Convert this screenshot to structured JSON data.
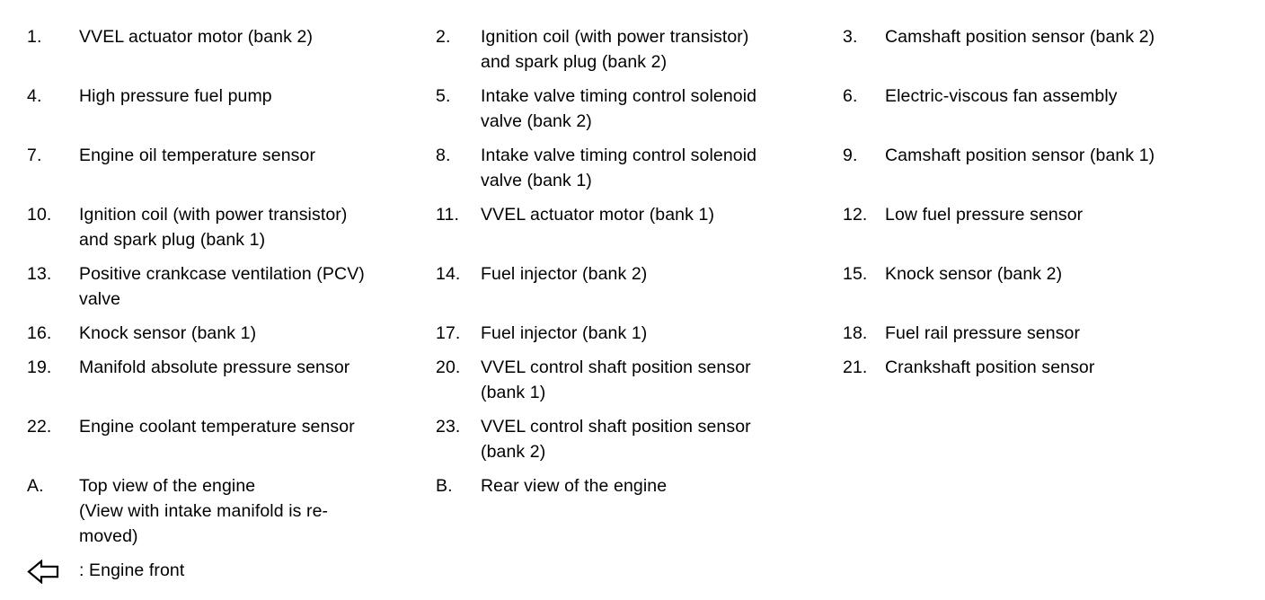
{
  "page": {
    "background": "#ffffff",
    "text_color": "#000000"
  },
  "legend": {
    "rows": [
      {
        "cells": [
          {
            "label": "1.",
            "lines": [
              "VVEL actuator motor (bank 2)"
            ]
          },
          {
            "label": "2.",
            "lines": [
              "Ignition coil (with power transistor)",
              "and spark plug (bank 2)"
            ]
          },
          {
            "label": "3.",
            "lines": [
              "Camshaft position sensor (bank 2)"
            ]
          }
        ]
      },
      {
        "cells": [
          {
            "label": "4.",
            "lines": [
              "High pressure fuel pump"
            ]
          },
          {
            "label": "5.",
            "lines": [
              "Intake valve timing control solenoid",
              "valve (bank 2)"
            ]
          },
          {
            "label": "6.",
            "lines": [
              "Electric-viscous fan assembly"
            ]
          }
        ]
      },
      {
        "cells": [
          {
            "label": "7.",
            "lines": [
              "Engine oil temperature sensor"
            ]
          },
          {
            "label": "8.",
            "lines": [
              "Intake valve timing control solenoid",
              "valve (bank 1)"
            ]
          },
          {
            "label": "9.",
            "lines": [
              "Camshaft position sensor (bank 1)"
            ]
          }
        ]
      },
      {
        "cells": [
          {
            "label": "10.",
            "lines": [
              "Ignition coil (with power transistor)",
              "and spark plug (bank 1)"
            ]
          },
          {
            "label": "11.",
            "lines": [
              "VVEL actuator motor (bank 1)"
            ]
          },
          {
            "label": "12.",
            "lines": [
              "Low fuel pressure sensor"
            ]
          }
        ]
      },
      {
        "cells": [
          {
            "label": "13.",
            "lines": [
              "Positive crankcase ventilation (PCV)",
              "valve"
            ]
          },
          {
            "label": "14.",
            "lines": [
              "Fuel injector (bank 2)"
            ]
          },
          {
            "label": "15.",
            "lines": [
              "Knock sensor (bank 2)"
            ]
          }
        ]
      },
      {
        "cells": [
          {
            "label": "16.",
            "lines": [
              "Knock sensor (bank 1)"
            ]
          },
          {
            "label": "17.",
            "lines": [
              "Fuel injector (bank 1)"
            ]
          },
          {
            "label": "18.",
            "lines": [
              "Fuel rail pressure sensor"
            ]
          }
        ]
      },
      {
        "cells": [
          {
            "label": "19.",
            "lines": [
              "Manifold absolute pressure sensor"
            ]
          },
          {
            "label": "20.",
            "lines": [
              "VVEL control shaft position sensor",
              "(bank 1)"
            ]
          },
          {
            "label": "21.",
            "lines": [
              "Crankshaft position sensor"
            ]
          }
        ]
      },
      {
        "cells": [
          {
            "label": "22.",
            "lines": [
              "Engine coolant temperature sensor"
            ]
          },
          {
            "label": "23.",
            "lines": [
              "VVEL control shaft position sensor",
              "(bank 2)"
            ]
          },
          null
        ]
      },
      {
        "cells": [
          {
            "label": "A.",
            "lines": [
              "Top view of the engine",
              "(View with intake manifold is re-",
              "moved)"
            ]
          },
          {
            "label": "B.",
            "lines": [
              "Rear view of the engine"
            ]
          },
          null
        ]
      }
    ]
  },
  "note": {
    "icon": "engine-front-left-arrow",
    "text": ": Engine front"
  }
}
